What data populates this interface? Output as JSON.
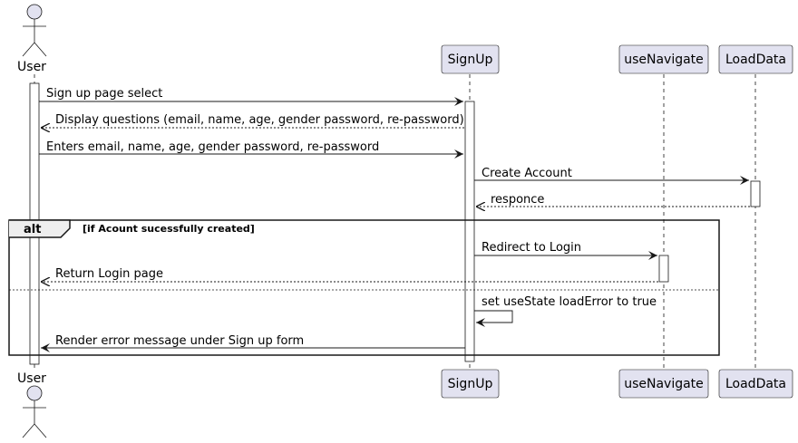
{
  "participants": {
    "user": "User",
    "signup": "SignUp",
    "usenavigate": "useNavigate",
    "loaddata": "LoadData"
  },
  "messages": [
    "Sign up page select",
    "Display questions (email, name, age, gender password, re-password)",
    "Enters email, name, age, gender password, re-password",
    "Create Account",
    "responce",
    "Redirect to Login",
    "Return Login page",
    "set useState loadError to true",
    "Render error message under Sign up form"
  ],
  "fragment": {
    "keyword": "alt",
    "condition": "[if Acount sucessfully created]"
  },
  "colors": {
    "participant_fill": "#E2E2F0",
    "participant_stroke": "#181818",
    "lifeline": "#181818",
    "arrow": "#181818"
  }
}
